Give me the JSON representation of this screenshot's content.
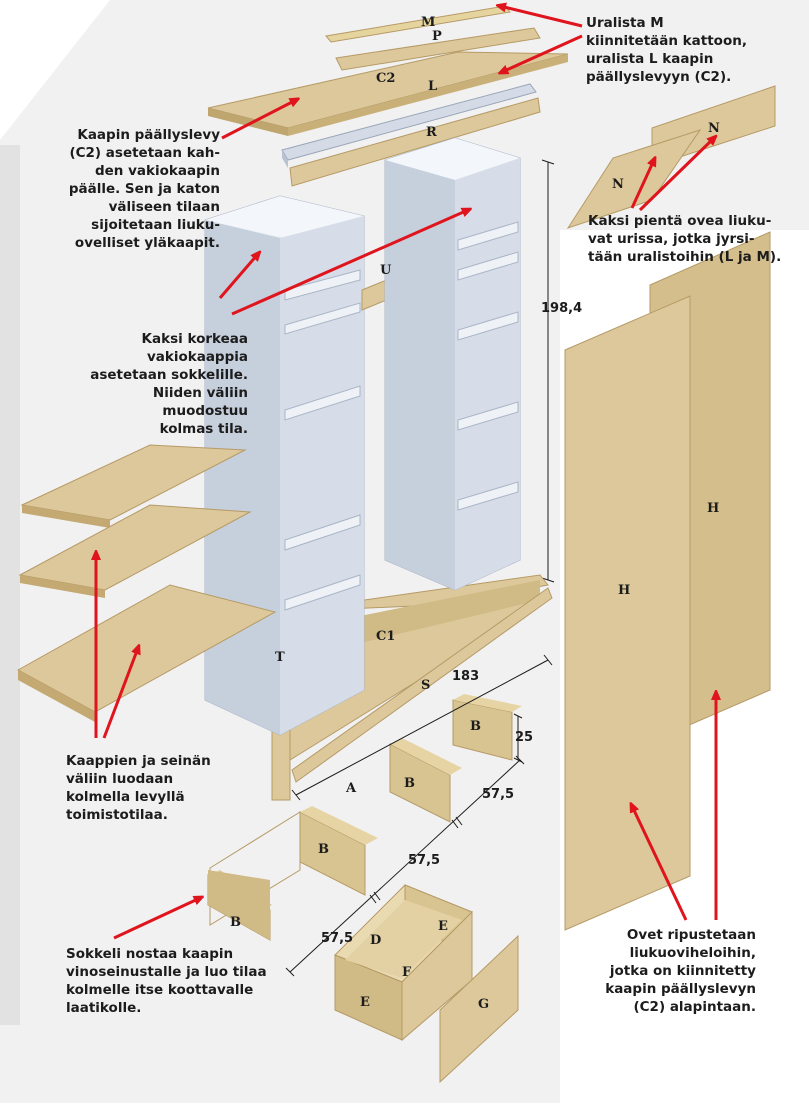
{
  "captions": {
    "top_right": [
      "Uralista M",
      "kiinnitetään kattoon,",
      "uralista L kaapin",
      "päällyslevyyn (C2)."
    ],
    "top_left": [
      "Kaapin päällyslevy",
      "(C2) asetetaan kah-",
      "den vakiokaapin",
      "päälle. Sen ja katon",
      "väliseen tilaan",
      "sijoitetaan liuku-",
      "ovelliset yläkaapit."
    ],
    "middle": [
      "Kaksi korkeaa",
      "vakiokaappia",
      "asetetaan sokkelille.",
      "Niiden väliin",
      "muodostuu",
      "kolmas tila."
    ],
    "doors_small": [
      "Kaksi pientä ovea liuku-",
      "vat urissa, jotka jyrsi-",
      "tään uralistoihin (L ja M)."
    ],
    "left_shelves": [
      "Kaappien ja seinän",
      "väliin luodaan",
      "kolmella levyllä",
      "toimistotilaa."
    ],
    "bottom_left": [
      "Sokkeli nostaa kaapin",
      "vinoseinustalle ja luo tilaa",
      "kolmelle itse koottavalle",
      "laatikolle."
    ],
    "bottom_right": [
      "Ovet ripustetaan",
      "liukuoviheloihin,",
      "jotka on kiinnitetty",
      "kaapin päällyslevyn",
      "(C2) alapintaan."
    ]
  },
  "part_labels": {
    "M": "M",
    "P": "P",
    "C2": "C2",
    "L": "L",
    "R": "R",
    "N1": "N",
    "N2": "N",
    "U": "U",
    "H1": "H",
    "H2": "H",
    "C1": "C1",
    "T": "T",
    "S": "S",
    "A": "A",
    "B1": "B",
    "B2": "B",
    "B3": "B",
    "B4": "B",
    "D": "D",
    "E1": "E",
    "E2": "E",
    "F": "F",
    "G": "G"
  },
  "dimensions": {
    "height": "198,4",
    "width": "183",
    "plinth_height": "25",
    "bay1": "57,5",
    "bay2": "57,5",
    "bay3": "57,5"
  },
  "colors": {
    "board": "#dcc89a",
    "board_edge": "#b69a66",
    "cabinet": "#e7ecf3",
    "cabinet_side": "#c6cfdc",
    "arrow": "#e0141c",
    "room": "#efefef"
  }
}
